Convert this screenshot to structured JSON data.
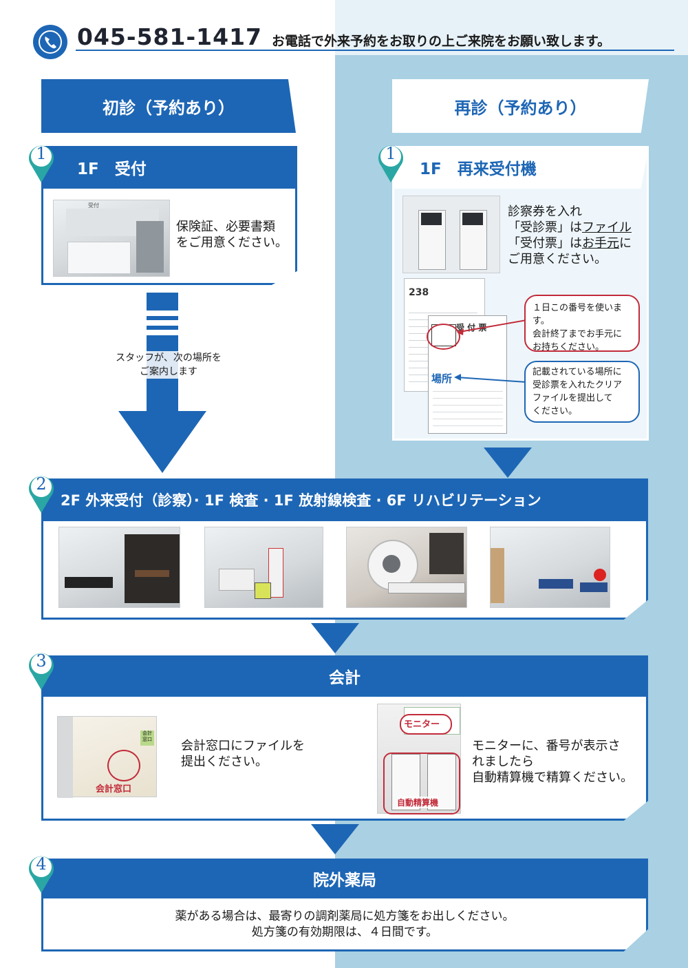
{
  "header": {
    "phone_icon": "phone-icon",
    "phone_number": "045-581-1417",
    "message": "お電話で外来予約をお取りの上ご来院をお願い致します。"
  },
  "colors": {
    "brand_blue": "#1d66b5",
    "light_blue": "#a9d0e3",
    "highlight_red": "#c22b3a"
  },
  "first_visit": {
    "title": "初診（予約あり）",
    "step1": {
      "num": "1",
      "title": "1F　受付",
      "photo_label": "受付",
      "text_l1": "保険証、必要書類",
      "text_l2": "をご用意ください。"
    },
    "guide_l1": "スタッフが、次の場所を",
    "guide_l2": "ご案内します"
  },
  "return_visit": {
    "title": "再診（予約あり）",
    "step1": {
      "num": "1",
      "title": "1F　再来受付機",
      "text_l1": "診察券を入れ",
      "text_l2_pre": "「受診票」は",
      "text_l2_em": "ファイル",
      "text_l3_pre": "「受付票」は",
      "text_l3_em": "お手元",
      "text_l3_post": "に",
      "text_l4": "ご用意ください。",
      "slip_number": "238",
      "slip_title": "受 付 票",
      "slip_place": "場所",
      "note1_l1": "１日この番号を使います。",
      "note1_l2": "会計終了までお手元に",
      "note1_l3": "お持ちください。",
      "note2_l1": "記載されている場所に",
      "note2_l2": "受診票を入れたクリア",
      "note2_l3": "ファイルを提出して",
      "note2_l4": "ください。"
    }
  },
  "step2": {
    "num": "2",
    "title": "2F 外来受付（診察）· 1F 検査 · 1F 放射線検査 · 6F リハビリテーション"
  },
  "step3": {
    "num": "3",
    "title": "会計",
    "label_window": "会計窓口",
    "sign": "会計\n窓口",
    "text_left_l1": "会計窓口にファイルを",
    "text_left_l2": "提出ください。",
    "label_monitor": "モニター",
    "label_machine": "自動精算機",
    "text_right_l1": "モニターに、番号が表示さ",
    "text_right_l2": "れましたら",
    "text_right_l3": "自動精算機で精算ください。"
  },
  "step4": {
    "num": "4",
    "title": "院外薬局",
    "text_l1": "薬がある場合は、最寄りの調剤薬局に処方箋をお出しください。",
    "text_l2": "処方箋の有効期限は、４日間です。"
  }
}
